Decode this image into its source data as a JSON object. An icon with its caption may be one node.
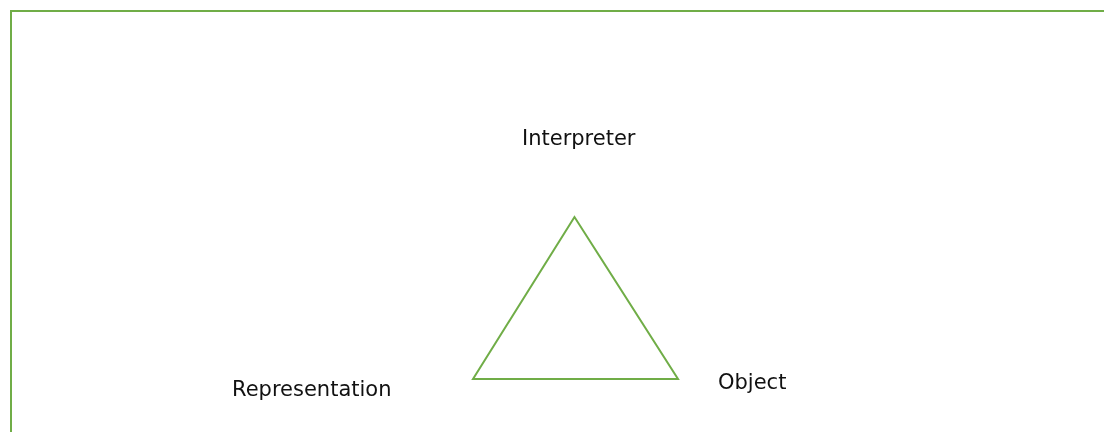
{
  "diagram": {
    "nodes": [
      {
        "text": [],
        "shape": "triangle"
      }
    ],
    "labels": [
      "Interpreter",
      "Representation",
      "Object"
    ]
  }
}
